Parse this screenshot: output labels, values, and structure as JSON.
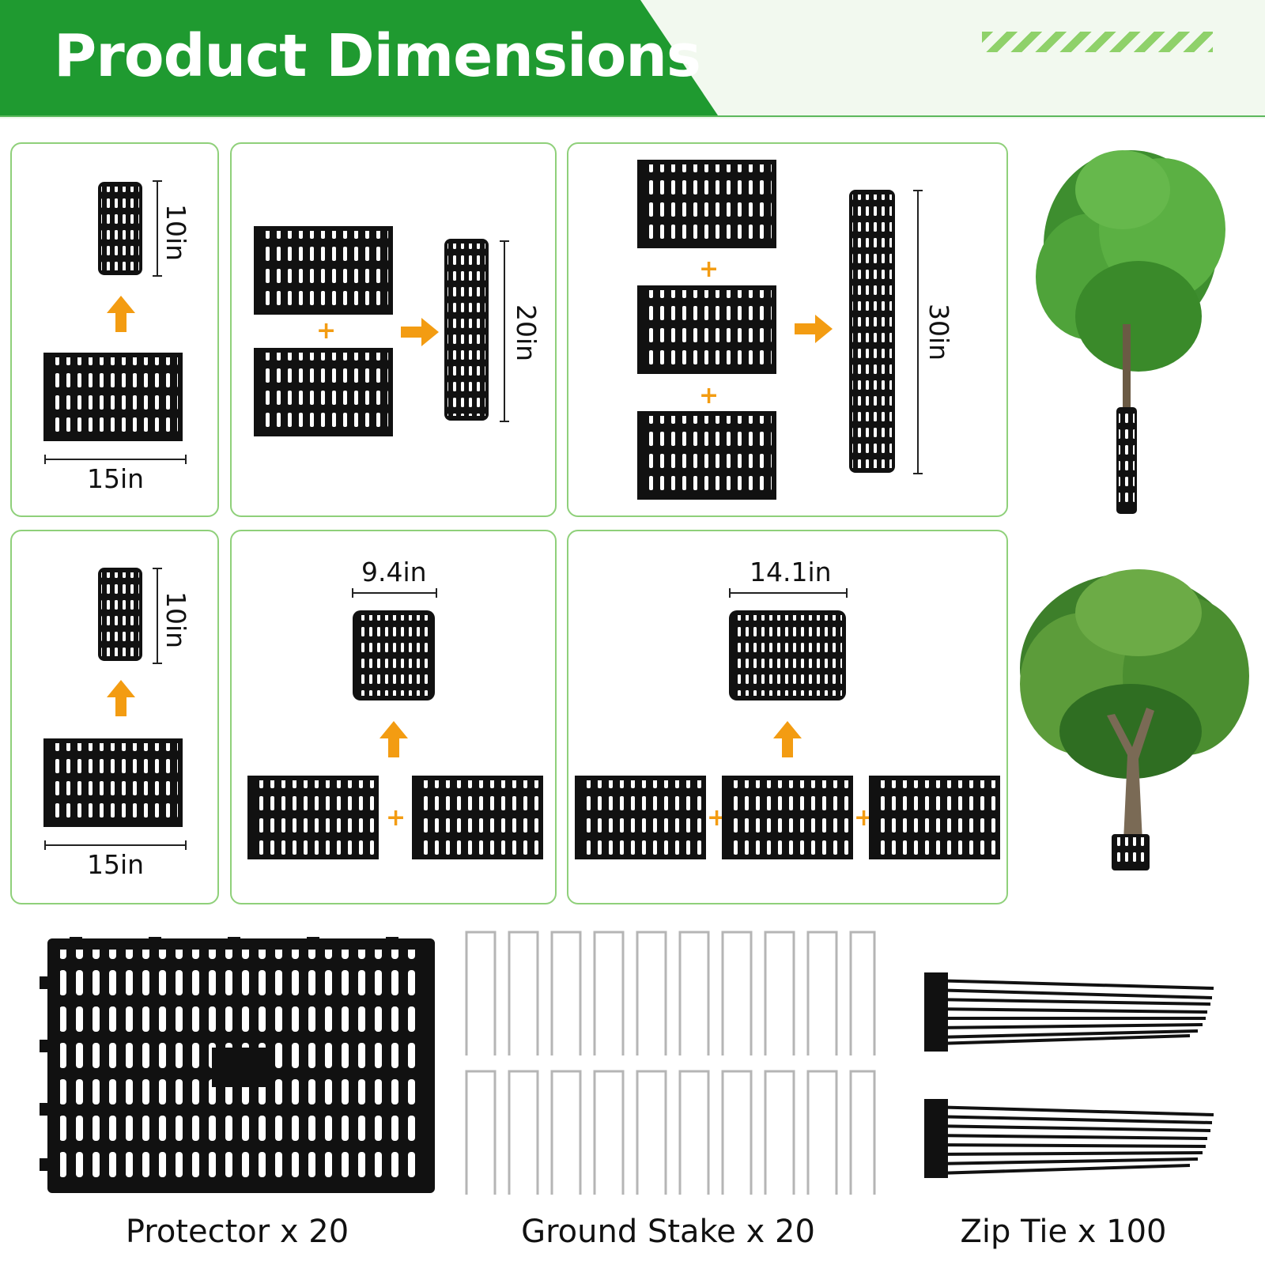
{
  "header": {
    "title": "Product Dimensions"
  },
  "colors": {
    "brand_green": "#1f9a30",
    "panel_border": "#8fd07a",
    "arrow_orange": "#f39c12",
    "protector_black": "#111111"
  },
  "panels": [
    {
      "id": "single-tall",
      "width_label": "15in",
      "height_label": "10in"
    },
    {
      "id": "double-tall",
      "height_label": "20in",
      "plus": "+"
    },
    {
      "id": "triple-tall",
      "height_label": "30in",
      "plus": "+"
    },
    {
      "id": "single-wide",
      "width_label": "15in",
      "height_label": "10in"
    },
    {
      "id": "double-wide",
      "width_label": "9.4in",
      "plus": "+"
    },
    {
      "id": "triple-wide",
      "width_label": "14.1in",
      "plus": "+"
    }
  ],
  "contents": [
    {
      "label": "Protector x 20",
      "icon": "protector-panel-icon"
    },
    {
      "label": "Ground Stake x 20",
      "icon": "u-stake-icon"
    },
    {
      "label": "Zip Tie x 100",
      "icon": "zip-tie-icon"
    }
  ]
}
